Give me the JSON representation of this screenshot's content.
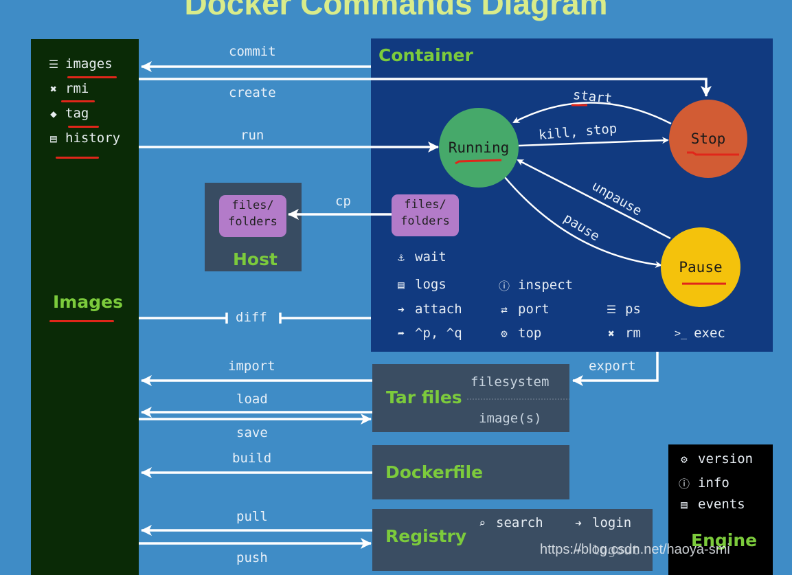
{
  "title": "Docker Commands Diagram",
  "images_panel": {
    "heading": "Images",
    "commands": [
      {
        "icon": "list-icon",
        "glyph": "☰",
        "label": "images"
      },
      {
        "icon": "close-icon",
        "glyph": "✖",
        "label": "rmi"
      },
      {
        "icon": "tag-icon",
        "glyph": "🏷",
        "label": "tag"
      },
      {
        "icon": "document-icon",
        "glyph": "🗎",
        "label": "history"
      }
    ]
  },
  "container_panel": {
    "heading": "Container",
    "states": {
      "running": "Running",
      "stop": "Stop",
      "pause": "Pause"
    },
    "transitions": {
      "start": "start",
      "kill_stop": "kill, stop",
      "unpause": "unpause",
      "pause": "pause"
    },
    "files": "files/\nfolders",
    "commands": [
      {
        "icon": "anchor-icon",
        "glyph": "⚓",
        "label": "wait"
      },
      {
        "icon": "document-icon",
        "glyph": "🗎",
        "label": "logs"
      },
      {
        "icon": "info-icon",
        "glyph": "ℹ",
        "label": "inspect"
      },
      {
        "icon": "sign-in-icon",
        "glyph": "➜",
        "label": "attach"
      },
      {
        "icon": "exchange-icon",
        "glyph": "⇄",
        "label": "port"
      },
      {
        "icon": "list-icon",
        "glyph": "☰",
        "label": "ps"
      },
      {
        "icon": "sign-out-icon",
        "glyph": "➦",
        "label": "^p, ^q"
      },
      {
        "icon": "cogs-icon",
        "glyph": "⚙",
        "label": "top"
      },
      {
        "icon": "close-icon",
        "glyph": "✖",
        "label": "rm"
      },
      {
        "icon": "terminal-icon",
        "glyph": ">_",
        "label": "exec"
      }
    ]
  },
  "host_panel": {
    "heading": "Host",
    "files": "files/\nfolders"
  },
  "arrows": {
    "commit": "commit",
    "create": "create",
    "run": "run",
    "cp": "cp",
    "diff": "diff",
    "import": "import",
    "load": "load",
    "save": "save",
    "export": "export",
    "build": "build",
    "pull": "pull",
    "push": "push"
  },
  "tar_panel": {
    "heading": "Tar files",
    "filesystem": "filesystem",
    "images": "image(s)"
  },
  "dockerfile_panel": {
    "heading": "Dockerfile"
  },
  "registry_panel": {
    "heading": "Registry",
    "commands": [
      {
        "icon": "search-icon",
        "glyph": "🔍",
        "label": "search"
      },
      {
        "icon": "sign-in-icon",
        "glyph": "➜",
        "label": "login"
      },
      {
        "icon": "sign-out-icon",
        "glyph": "➦",
        "label": "logout"
      }
    ]
  },
  "engine_panel": {
    "heading": "Engine",
    "commands": [
      {
        "icon": "gear-icon",
        "glyph": "⚙",
        "label": "version"
      },
      {
        "icon": "info-icon",
        "glyph": "ℹ",
        "label": "info"
      },
      {
        "icon": "document-icon",
        "glyph": "🗎",
        "label": "events"
      }
    ]
  },
  "watermark": "https://blog.csdn.net/haoya-smi",
  "colors": {
    "background": "#3f8cc6",
    "images_panel": "#0a2a06",
    "container_panel": "#113a80",
    "grey_panel": "#3a4d62",
    "engine_panel": "#000000",
    "heading_green": "#7ccb3c",
    "title_yellow": "#d9ec8a",
    "running": "#46a96a",
    "stop": "#d25c34",
    "pause": "#f4c20c",
    "files_purple": "#b37bc9",
    "annotation_red": "#e0261a"
  }
}
